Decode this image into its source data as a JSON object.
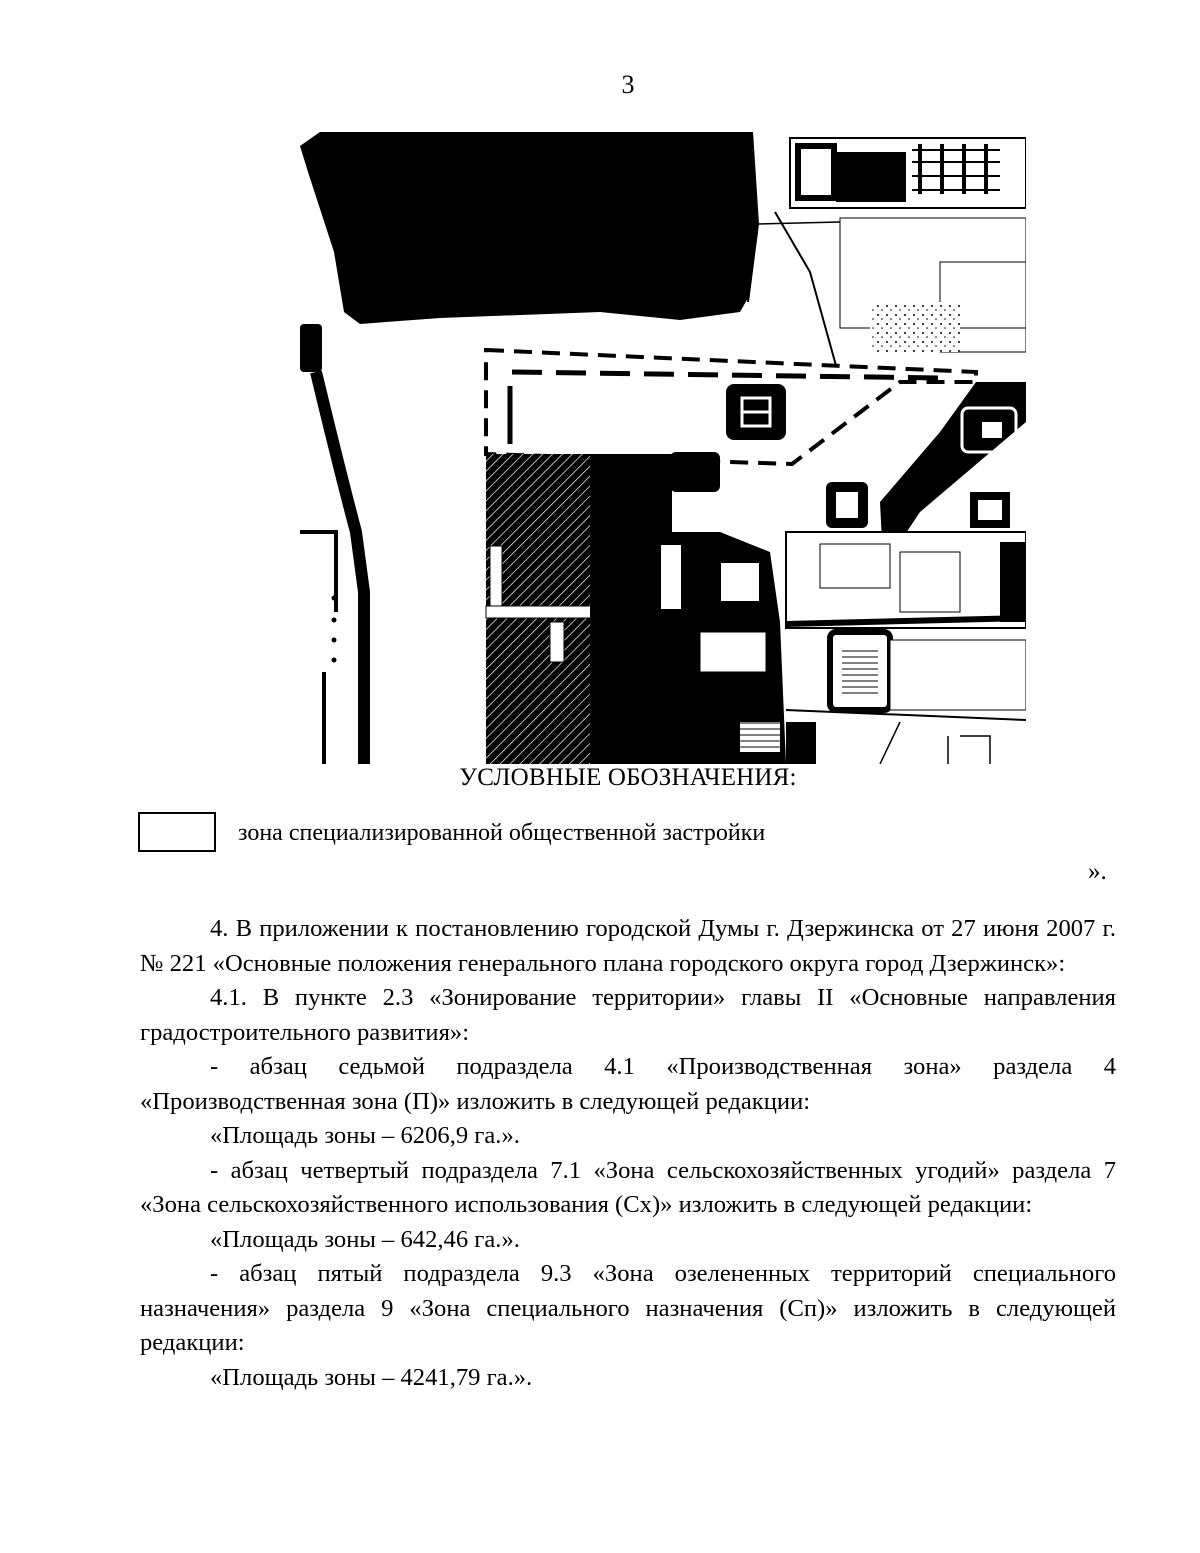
{
  "page": {
    "number": "3"
  },
  "legend": {
    "title": "УСЛОВНЫЕ ОБОЗНАЧЕНИЯ:",
    "item_label": "зона специализированной общественной застройки",
    "closing_quote": "»."
  },
  "body": {
    "paragraphs": [
      "4. В приложении к постановлению городской Думы г. Дзержинска от 27 июня 2007 г. № 221 «Основные положения генерального плана городского округа город Дзержинск»:",
      "4.1. В пункте 2.3 «Зонирование территории» главы II «Основные направления градостроительного развития»:",
      "- абзац седьмой подраздела 4.1 «Производственная зона» раздела 4 «Производственная зона (П)» изложить в следующей редакции:",
      "«Площадь зоны – 6206,9 га.».",
      "- абзац четвертый подраздела 7.1 «Зона сельскохозяйственных угодий» раздела 7 «Зона сельскохозяйственного использования (Сх)» изложить в следующей редакции:",
      "«Площадь зоны – 642,46 га.».",
      "- абзац пятый подраздела 9.3 «Зона озелененных территорий специального назначения» раздела 9 «Зона специального назначения (Сп)» изложить в следующей редакции:",
      "«Площадь зоны – 4241,79 га.»."
    ]
  }
}
